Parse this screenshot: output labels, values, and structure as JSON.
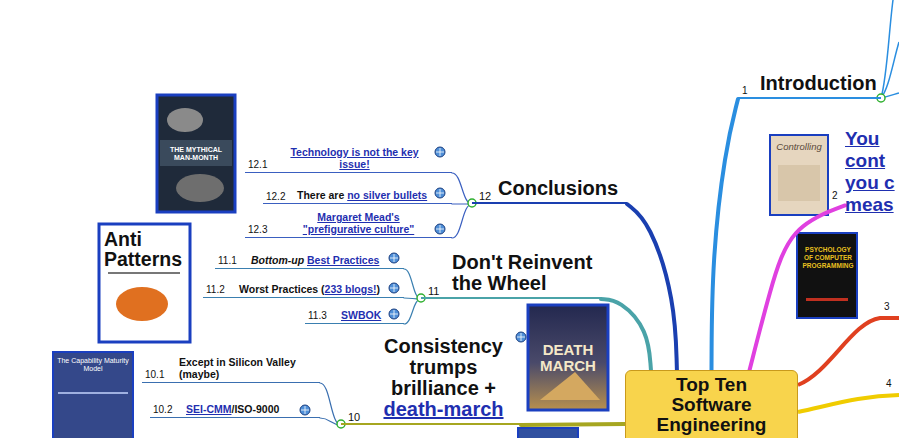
{
  "diagram": {
    "nodes": [
      {
        "text": [
          "Introduction"
        ]
      },
      {
        "text": [
          "You cont you c meas"
        ]
      },
      {
        "text": [
          "Conclusions"
        ]
      },
      {
        "text": [
          "Technology is not the key issue!"
        ]
      },
      {
        "text": [
          "There are no silver bullets"
        ]
      },
      {
        "text": [
          "Margaret Mead's \"prefigurative culture\""
        ]
      },
      {
        "text": [
          "Don't Reinvent the Wheel"
        ]
      },
      {
        "text": [
          "Bottom-up Best Practices"
        ]
      },
      {
        "text": [
          "Worst Practices (233 blogs!)"
        ]
      },
      {
        "text": [
          "SWBOK"
        ]
      },
      {
        "text": [
          "Consistency trumps brilliance + death-march"
        ]
      },
      {
        "text": [
          "Except in Silicon Valley (maybe)"
        ]
      },
      {
        "text": [
          "SEI-CMM/ISO-9000"
        ]
      },
      {
        "text": [
          "Top Ten Software Engineering"
        ]
      }
    ],
    "edges": [
      {
        "from": 13,
        "to": 0,
        "arrow": "none"
      },
      {
        "from": 13,
        "to": 1,
        "arrow": "none"
      },
      {
        "from": 13,
        "to": 2,
        "arrow": "none"
      },
      {
        "from": 2,
        "to": 3,
        "arrow": "none"
      },
      {
        "from": 2,
        "to": 4,
        "arrow": "none"
      },
      {
        "from": 2,
        "to": 5,
        "arrow": "none"
      },
      {
        "from": 13,
        "to": 6,
        "arrow": "none"
      },
      {
        "from": 6,
        "to": 7,
        "arrow": "none"
      },
      {
        "from": 6,
        "to": 8,
        "arrow": "none"
      },
      {
        "from": 6,
        "to": 9,
        "arrow": "none"
      },
      {
        "from": 13,
        "to": 10,
        "arrow": "none"
      },
      {
        "from": 10,
        "to": 11,
        "arrow": "none"
      },
      {
        "from": 10,
        "to": 12,
        "arrow": "none"
      }
    ],
    "labels": [
      "1",
      "Controlling",
      "2",
      "THE MYTHICAL MAN-MONTH",
      "12.1",
      "12",
      "12.2",
      "12.3",
      "PSYCHOLOGY OF COMPUTER PROGRAMMING",
      "Anti Patterns",
      "11.1",
      "11",
      "11.2",
      "3",
      "11.3",
      "DEATH MARCH",
      "10.1",
      "4",
      "10.2",
      "10",
      "The Capability Maturity Model"
    ]
  }
}
